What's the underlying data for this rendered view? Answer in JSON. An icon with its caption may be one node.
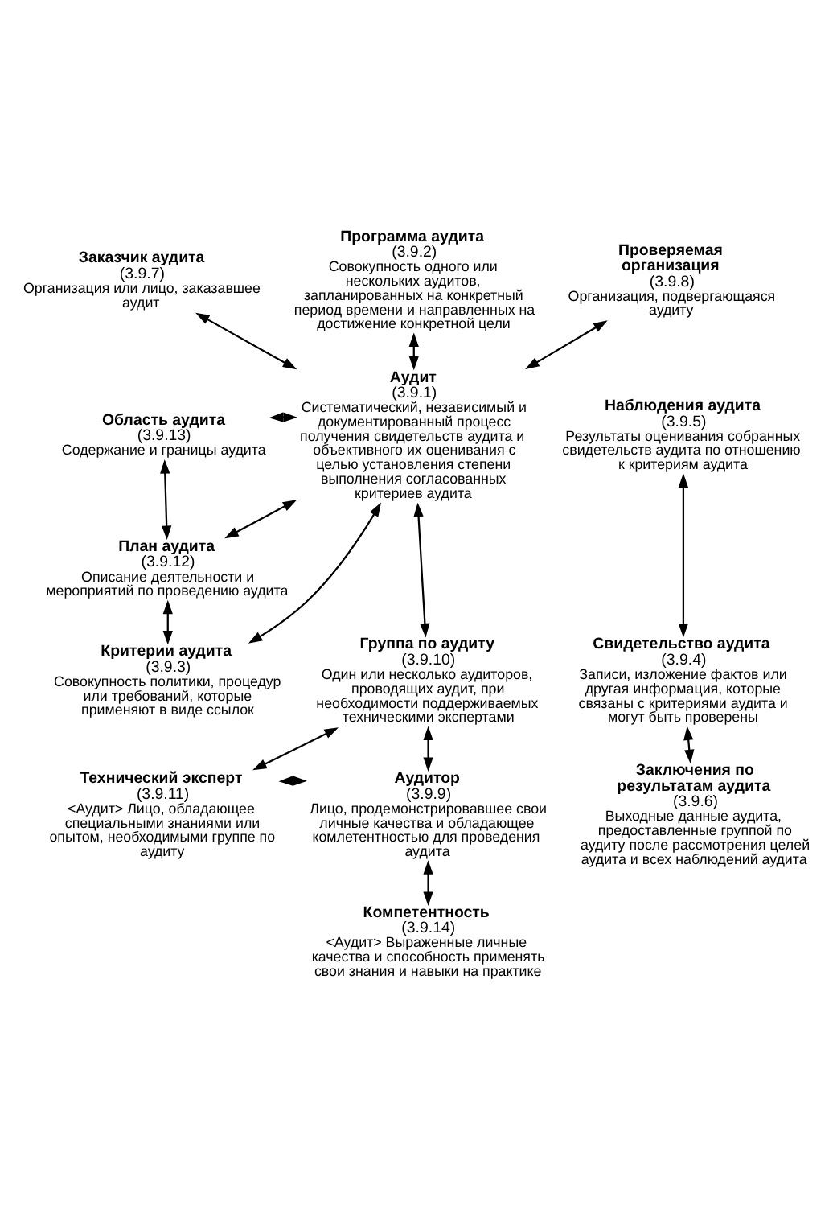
{
  "diagram": {
    "nodes": [
      {
        "text": [
          "Заказчик аудита",
          "(3.9.7)",
          "Организация или лицо, заказавшее аудит"
        ]
      },
      {
        "text": [
          "Программа аудита",
          "(3.9.2)",
          "Совокупность одного или нескольких аудитов, запланированных на конкретный период времени и направленных на достижение конкретной цели"
        ]
      },
      {
        "text": [
          "Проверяемая организация",
          "(3.9.8)",
          "Организация, подвергающаяся аудиту"
        ]
      },
      {
        "text": [
          "Область аудита",
          "(3.9.13)",
          "Содержание и границы аудита"
        ]
      },
      {
        "text": [
          "Аудит",
          "(3.9.1)",
          "Систематический, независимый и документированный процесс получения свидетельств аудита и объективного их оценивания с целью установления степени выполнения согласованных критериев аудита"
        ]
      },
      {
        "text": [
          "Наблюдения аудита",
          "(3.9.5)",
          "Результаты оценивания собранных свидетельств аудита по отношению к критериям аудита"
        ]
      },
      {
        "text": [
          "План аудита",
          "(3.9.12)",
          "Описание деятельности и мероприятий по проведению аудита"
        ]
      },
      {
        "text": [
          "Критерии аудита",
          "(3.9.3)",
          "Совокупность политики, процедур или требований, которые применяют в виде ссылок"
        ]
      },
      {
        "text": [
          "Группа по аудиту",
          "(3.9.10)",
          "Один или несколько аудиторов, проводящих аудит, при необходимости поддерживаемых техническими экспертами"
        ]
      },
      {
        "text": [
          "Свидетельство аудита",
          "(3.9.4)",
          "Записи, изложение фактов или другая информация, которые связаны с критериями аудита и могут быть проверены"
        ]
      },
      {
        "text": [
          "Технический эксперт",
          "(3.9.11)",
          "<Аудит> Лицо, обладающее специальными знаниями или опытом, необходимыми группе по аудиту"
        ]
      },
      {
        "text": [
          "Аудитор",
          "(3.9.9)",
          "Лицо, продемонстрировавшее свои личные качества и обладающее комлетентностью для проведения аудита"
        ]
      },
      {
        "text": [
          "Заключения по результатам аудита",
          "(3.9.6)",
          "Выходные данные аудита, предоставленные группой по аудиту после рассмотрения целей аудита и всех наблюдений аудита"
        ]
      },
      {
        "text": [
          "Компетентность",
          "(3.9.14)",
          "<Аудит> Выраженные личные качества и способность применять свои знания и навыки на практике"
        ]
      }
    ],
    "edges": [
      {
        "from": 4,
        "to": 0,
        "arrow": "both"
      },
      {
        "from": 1,
        "to": 4,
        "arrow": "both"
      },
      {
        "from": 4,
        "to": 2,
        "arrow": "both"
      },
      {
        "from": 3,
        "to": 4,
        "arrow": "both"
      },
      {
        "from": 3,
        "to": 6,
        "arrow": "both"
      },
      {
        "from": 6,
        "to": 4,
        "arrow": "both"
      },
      {
        "from": 7,
        "to": 4,
        "arrow": "both"
      },
      {
        "from": 4,
        "to": 8,
        "arrow": "both"
      },
      {
        "from": 5,
        "to": 9,
        "arrow": "both"
      },
      {
        "from": 6,
        "to": 7,
        "arrow": "both"
      },
      {
        "from": 8,
        "to": 10,
        "arrow": "both"
      },
      {
        "from": 8,
        "to": 11,
        "arrow": "both"
      },
      {
        "from": 10,
        "to": 11,
        "arrow": "both"
      },
      {
        "from": 9,
        "to": 12,
        "arrow": "both"
      },
      {
        "from": 11,
        "to": 13,
        "arrow": "both"
      }
    ]
  }
}
